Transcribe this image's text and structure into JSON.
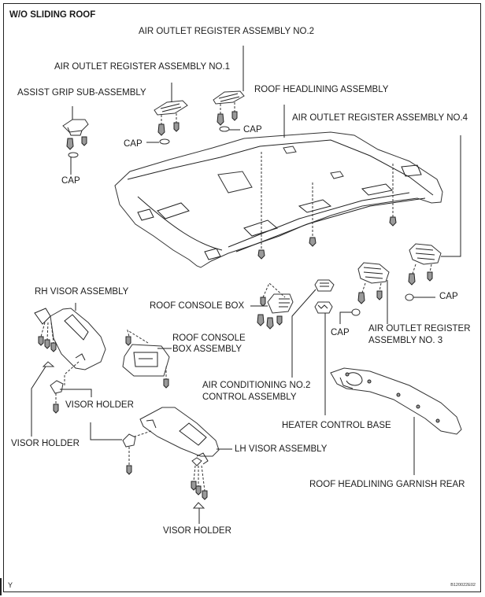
{
  "diagram": {
    "title": "W/O SLIDING ROOF",
    "footer_left": "Y",
    "illustration_code": "B120022E02",
    "labels": {
      "air_outlet_no2": "AIR OUTLET REGISTER ASSEMBLY NO.2",
      "air_outlet_no1": "AIR OUTLET REGISTER ASSEMBLY NO.1",
      "assist_grip": "ASSIST GRIP SUB-ASSEMBLY",
      "roof_headlining": "ROOF HEADLINING ASSEMBLY",
      "air_outlet_no4": "AIR OUTLET REGISTER ASSEMBLY NO.4",
      "cap_grip": "CAP",
      "cap_no1": "CAP",
      "cap_no2": "CAP",
      "cap_no4": "CAP",
      "cap_no3": "CAP",
      "rh_visor": "RH VISOR ASSEMBLY",
      "roof_console_box": "ROOF CONSOLE BOX",
      "roof_console_box_assembly_1": "ROOF CONSOLE",
      "roof_console_box_assembly_2": "BOX ASSEMBLY",
      "air_outlet_no3_1": "AIR OUTLET REGISTER",
      "air_outlet_no3_2": "ASSEMBLY NO. 3",
      "visor_holder_rh_inner": "VISOR HOLDER",
      "visor_holder_rh_outer": "VISOR HOLDER",
      "air_conditioning_1": "AIR CONDITIONING NO.2",
      "air_conditioning_2": "CONTROL ASSEMBLY",
      "heater_control_base": "HEATER CONTROL BASE",
      "lh_visor": "LH VISOR ASSEMBLY",
      "roof_headlining_garnish_rear": "ROOF HEADLINING GARNISH REAR",
      "visor_holder_lh": "VISOR HOLDER"
    }
  }
}
